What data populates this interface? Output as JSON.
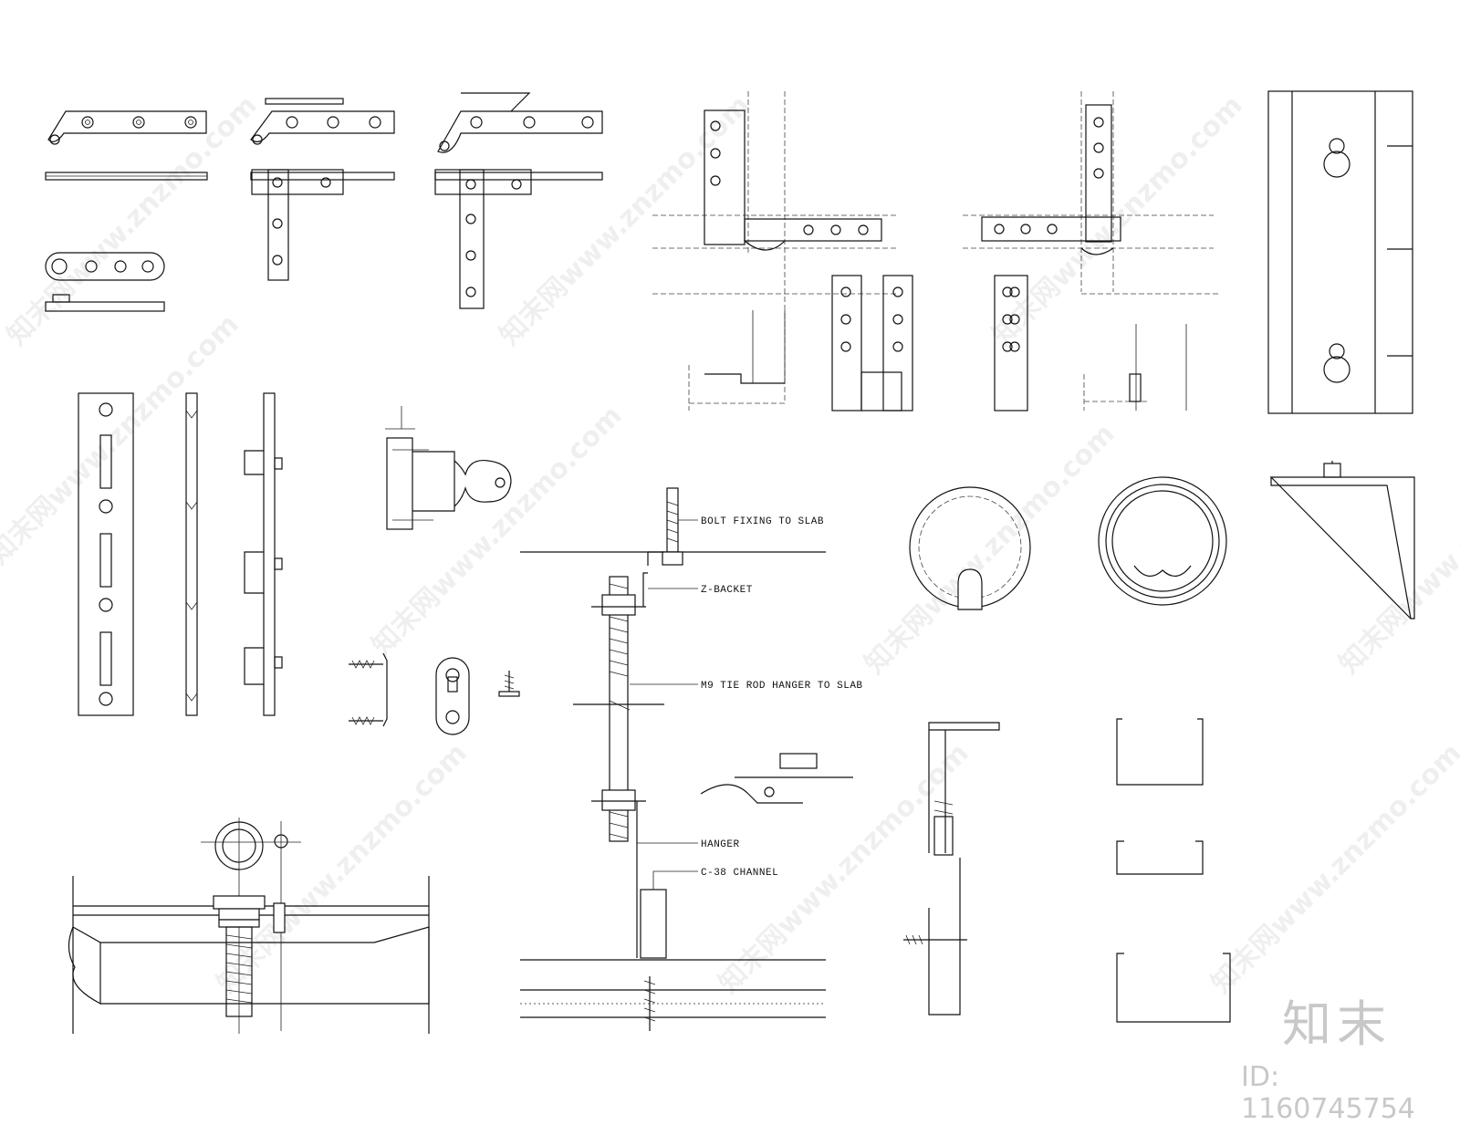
{
  "diagram": {
    "labels": {
      "bolt_fixing": "BOLT FIXING TO SLAB",
      "z_backet": "Z-BACKET",
      "tie_rod": "M9 TIE ROD HANGER TO SLAB",
      "hanger": "HANGER",
      "channel": "C-38 CHANNEL"
    },
    "watermark": {
      "text": "知末网www.znzmo.com"
    },
    "brand": {
      "logo_text": "知末",
      "id_text": "ID: 1160745754"
    }
  }
}
